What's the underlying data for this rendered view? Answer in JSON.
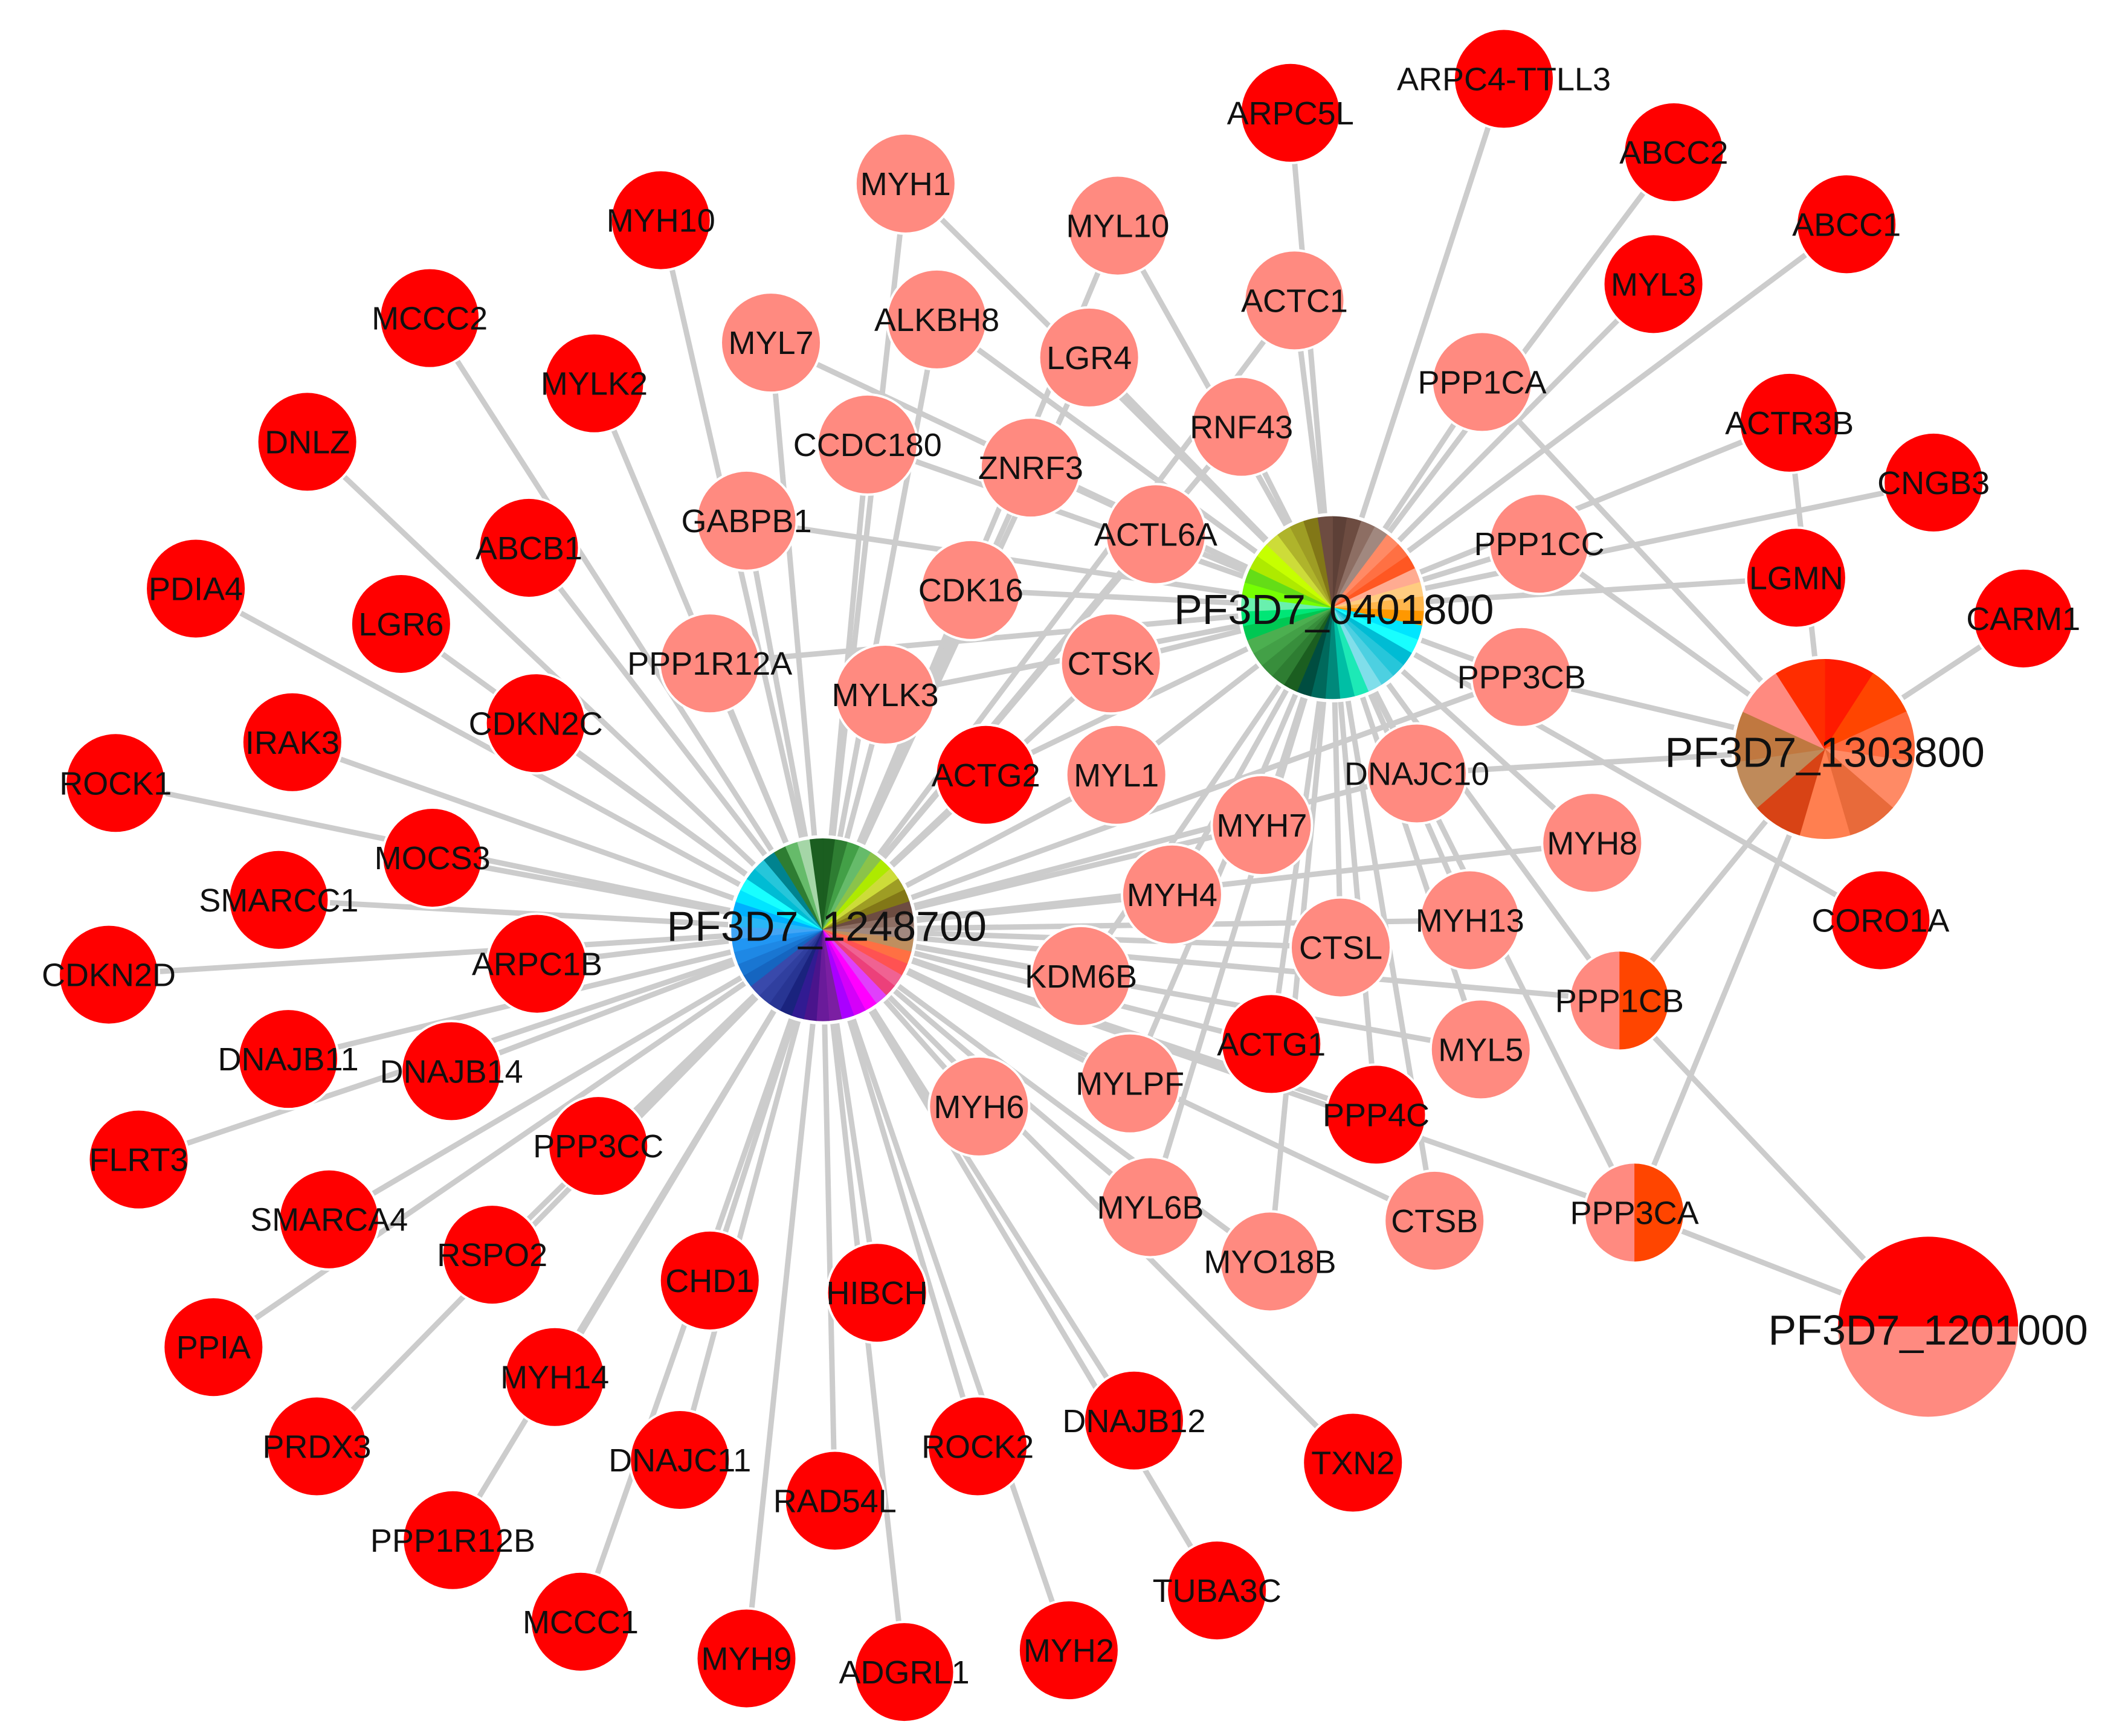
{
  "hubs": [
    {
      "id": "h1248700",
      "label": "PF3D7_1248700",
      "slices": [
        "#1b5e20",
        "#2e7d32",
        "#43a047",
        "#66bb6a",
        "#8bc34a",
        "#aeea00",
        "#cddc39",
        "#9e9d24",
        "#827717",
        "#6d4c41",
        "#8d6e63",
        "#a1887f",
        "#bf8f5f",
        "#ff7043",
        "#ff5252",
        "#f06292",
        "#ec407a",
        "#e040fb",
        "#ff00ff",
        "#d500f9",
        "#aa00ff",
        "#7b1fa2",
        "#6a1b9a",
        "#4a148c",
        "#311b92",
        "#1a237e",
        "#283593",
        "#303f9f",
        "#3949ab",
        "#1565c0",
        "#1976d2",
        "#1e88e5",
        "#2196f3",
        "#42a5f5",
        "#29b6f6",
        "#00b0ff",
        "#00e5ff",
        "#18ffff",
        "#00bcd4",
        "#26c6da",
        "#00838f",
        "#2e7d32",
        "#66bb6a",
        "#a5d6a7",
        "#1b5e20"
      ]
    },
    {
      "id": "h0401800",
      "label": "PF3D7_0401800",
      "slices": [
        "#5d4037",
        "#6d4c41",
        "#8d6e63",
        "#a1887f",
        "#ff8a65",
        "#ff7043",
        "#ff5722",
        "#ffab91",
        "#ffcc80",
        "#ffb74d",
        "#ff9800",
        "#00e5ff",
        "#18ffff",
        "#00bcd4",
        "#26c6da",
        "#4dd0e1",
        "#80deea",
        "#1de9b6",
        "#00bfa5",
        "#00897b",
        "#00695c",
        "#004d40",
        "#1b5e20",
        "#2e7d32",
        "#388e3c",
        "#43a047",
        "#4caf50",
        "#00c853",
        "#00e676",
        "#69f0ae",
        "#76ff03",
        "#64dd17",
        "#aeea00",
        "#c6ff00",
        "#cddc39",
        "#afb42b",
        "#9e9d24",
        "#827717",
        "#6d4c41"
      ]
    },
    {
      "id": "h1303800",
      "label": "PF3D7_1303800",
      "slices": [
        "#ff1a00",
        "#ff4500",
        "#ff6a3d",
        "#ff8a65",
        "#e86a3a",
        "#ff7f50",
        "#d84315",
        "#bf8a5a",
        "#c07840",
        "#ff8a80",
        "#ff2d00"
      ]
    },
    {
      "id": "h1201000",
      "label": "PF3D7_1201000",
      "slices": [
        "#ff0000",
        "#ff8a80"
      ]
    }
  ],
  "genes": [
    {
      "id": "ARPC5L",
      "label": "ARPC5L",
      "color": "#ff0000"
    },
    {
      "id": "ARPC4TTLL3",
      "label": "ARPC4-TTLL3",
      "color": "#ff0000"
    },
    {
      "id": "MYH1",
      "label": "MYH1",
      "color": "#ff8a80"
    },
    {
      "id": "MYL10",
      "label": "MYL10",
      "color": "#ff8a80"
    },
    {
      "id": "ABCC2",
      "label": "ABCC2",
      "color": "#ff0000"
    },
    {
      "id": "MYH10",
      "label": "MYH10",
      "color": "#ff0000"
    },
    {
      "id": "ABCC1",
      "label": "ABCC1",
      "color": "#ff0000"
    },
    {
      "id": "ACTC1",
      "label": "ACTC1",
      "color": "#ff8a80"
    },
    {
      "id": "MYL3",
      "label": "MYL3",
      "color": "#ff0000"
    },
    {
      "id": "MCCC2",
      "label": "MCCC2",
      "color": "#ff0000"
    },
    {
      "id": "ALKBH8",
      "label": "ALKBH8",
      "color": "#ff8a80"
    },
    {
      "id": "MYL7",
      "label": "MYL7",
      "color": "#ff8a80"
    },
    {
      "id": "LGR4",
      "label": "LGR4",
      "color": "#ff8a80"
    },
    {
      "id": "PPP1CA",
      "label": "PPP1CA",
      "color": "#ff8a80"
    },
    {
      "id": "MYLK2",
      "label": "MYLK2",
      "color": "#ff0000"
    },
    {
      "id": "DNLZ",
      "label": "DNLZ",
      "color": "#ff0000"
    },
    {
      "id": "CCDC180",
      "label": "CCDC180",
      "color": "#ff8a80"
    },
    {
      "id": "RNF43",
      "label": "RNF43",
      "color": "#ff8a80"
    },
    {
      "id": "ACTR3B",
      "label": "ACTR3B",
      "color": "#ff0000"
    },
    {
      "id": "ZNRF3",
      "label": "ZNRF3",
      "color": "#ff8a80"
    },
    {
      "id": "CNGB3",
      "label": "CNGB3",
      "color": "#ff0000"
    },
    {
      "id": "GABPB1",
      "label": "GABPB1",
      "color": "#ff8a80"
    },
    {
      "id": "ACTL6A",
      "label": "ACTL6A",
      "color": "#ff8a80"
    },
    {
      "id": "ABCB1",
      "label": "ABCB1",
      "color": "#ff0000"
    },
    {
      "id": "PPP1CC",
      "label": "PPP1CC",
      "color": "#ff8a80"
    },
    {
      "id": "PDIA4",
      "label": "PDIA4",
      "color": "#ff0000"
    },
    {
      "id": "LGMN",
      "label": "LGMN",
      "color": "#ff0000"
    },
    {
      "id": "CDK16",
      "label": "CDK16",
      "color": "#ff8a80"
    },
    {
      "id": "LGR6",
      "label": "LGR6",
      "color": "#ff0000"
    },
    {
      "id": "CARM1",
      "label": "CARM1",
      "color": "#ff0000"
    },
    {
      "id": "PPP1R12A",
      "label": "PPP1R12A",
      "color": "#ff8a80"
    },
    {
      "id": "CTSK",
      "label": "CTSK",
      "color": "#ff8a80"
    },
    {
      "id": "MYLK3",
      "label": "MYLK3",
      "color": "#ff8a80"
    },
    {
      "id": "PPP3CB",
      "label": "PPP3CB",
      "color": "#ff8a80"
    },
    {
      "id": "CDKN2C",
      "label": "CDKN2C",
      "color": "#ff0000"
    },
    {
      "id": "IRAK3",
      "label": "IRAK3",
      "color": "#ff0000"
    },
    {
      "id": "DNAJC10",
      "label": "DNAJC10",
      "color": "#ff8a80"
    },
    {
      "id": "ACTG2",
      "label": "ACTG2",
      "color": "#ff0000"
    },
    {
      "id": "MYL1",
      "label": "MYL1",
      "color": "#ff8a80"
    },
    {
      "id": "ROCK1",
      "label": "ROCK1",
      "color": "#ff0000"
    },
    {
      "id": "MYH7",
      "label": "MYH7",
      "color": "#ff8a80"
    },
    {
      "id": "MOCS3",
      "label": "MOCS3",
      "color": "#ff0000"
    },
    {
      "id": "MYH8",
      "label": "MYH8",
      "color": "#ff8a80"
    },
    {
      "id": "SMARCC1",
      "label": "SMARCC1",
      "color": "#ff0000"
    },
    {
      "id": "MYH4",
      "label": "MYH4",
      "color": "#ff8a80"
    },
    {
      "id": "MYH13",
      "label": "MYH13",
      "color": "#ff8a80"
    },
    {
      "id": "CORO1A",
      "label": "CORO1A",
      "color": "#ff0000"
    },
    {
      "id": "CDKN2D",
      "label": "CDKN2D",
      "color": "#ff0000"
    },
    {
      "id": "ARPC1B",
      "label": "ARPC1B",
      "color": "#ff0000"
    },
    {
      "id": "CTSL",
      "label": "CTSL",
      "color": "#ff8a80"
    },
    {
      "id": "KDM6B",
      "label": "KDM6B",
      "color": "#ff8a80"
    },
    {
      "id": "PPP1CB",
      "label": "PPP1CB",
      "color": "#ff8a80",
      "accent": "#ff4500"
    },
    {
      "id": "DNAJB11",
      "label": "DNAJB11",
      "color": "#ff0000"
    },
    {
      "id": "DNAJB14",
      "label": "DNAJB14",
      "color": "#ff0000"
    },
    {
      "id": "ACTG1",
      "label": "ACTG1",
      "color": "#ff0000"
    },
    {
      "id": "MYL5",
      "label": "MYL5",
      "color": "#ff8a80"
    },
    {
      "id": "MYLPF",
      "label": "MYLPF",
      "color": "#ff8a80"
    },
    {
      "id": "FLRT3",
      "label": "FLRT3",
      "color": "#ff0000"
    },
    {
      "id": "MYH6",
      "label": "MYH6",
      "color": "#ff8a80"
    },
    {
      "id": "PPP4C",
      "label": "PPP4C",
      "color": "#ff0000"
    },
    {
      "id": "PPP3CC",
      "label": "PPP3CC",
      "color": "#ff0000"
    },
    {
      "id": "PPP3CA",
      "label": "PPP3CA",
      "color": "#ff8a80",
      "accent": "#ff4500"
    },
    {
      "id": "SMARCA4",
      "label": "SMARCA4",
      "color": "#ff0000"
    },
    {
      "id": "MYL6B",
      "label": "MYL6B",
      "color": "#ff8a80"
    },
    {
      "id": "CTSB",
      "label": "CTSB",
      "color": "#ff8a80"
    },
    {
      "id": "RSPO2",
      "label": "RSPO2",
      "color": "#ff0000"
    },
    {
      "id": "MYO18B",
      "label": "MYO18B",
      "color": "#ff8a80"
    },
    {
      "id": "CHD1",
      "label": "CHD1",
      "color": "#ff0000"
    },
    {
      "id": "HIBCH",
      "label": "HIBCH",
      "color": "#ff0000"
    },
    {
      "id": "PPIA",
      "label": "PPIA",
      "color": "#ff0000"
    },
    {
      "id": "MYH14",
      "label": "MYH14",
      "color": "#ff0000"
    },
    {
      "id": "DNAJB12",
      "label": "DNAJB12",
      "color": "#ff0000"
    },
    {
      "id": "PRDX3",
      "label": "PRDX3",
      "color": "#ff0000"
    },
    {
      "id": "ROCK2",
      "label": "ROCK2",
      "color": "#ff0000"
    },
    {
      "id": "DNAJC11",
      "label": "DNAJC11",
      "color": "#ff0000"
    },
    {
      "id": "TXN2",
      "label": "TXN2",
      "color": "#ff0000"
    },
    {
      "id": "RAD54L",
      "label": "RAD54L",
      "color": "#ff0000"
    },
    {
      "id": "PPP1R12B",
      "label": "PPP1R12B",
      "color": "#ff0000"
    },
    {
      "id": "TUBA3C",
      "label": "TUBA3C",
      "color": "#ff0000"
    },
    {
      "id": "MCCC1",
      "label": "MCCC1",
      "color": "#ff0000"
    },
    {
      "id": "MYH9",
      "label": "MYH9",
      "color": "#ff0000"
    },
    {
      "id": "MYH2",
      "label": "MYH2",
      "color": "#ff0000"
    },
    {
      "id": "ADGRL1",
      "label": "ADGRL1",
      "color": "#ff0000"
    }
  ],
  "edges": [
    [
      "h1248700",
      "MYH10"
    ],
    [
      "h1248700",
      "MYH1"
    ],
    [
      "h1248700",
      "MCCC2"
    ],
    [
      "h1248700",
      "MYL7"
    ],
    [
      "h1248700",
      "ALKBH8"
    ],
    [
      "h1248700",
      "MYLK2"
    ],
    [
      "h1248700",
      "DNLZ"
    ],
    [
      "h1248700",
      "CCDC180"
    ],
    [
      "h1248700",
      "ZNRF3"
    ],
    [
      "h1248700",
      "GABPB1"
    ],
    [
      "h1248700",
      "ABCB1"
    ],
    [
      "h1248700",
      "PDIA4"
    ],
    [
      "h1248700",
      "LGR6"
    ],
    [
      "h1248700",
      "CDK16"
    ],
    [
      "h1248700",
      "PPP1R12A"
    ],
    [
      "h1248700",
      "CDKN2C"
    ],
    [
      "h1248700",
      "MYLK3"
    ],
    [
      "h1248700",
      "IRAK3"
    ],
    [
      "h1248700",
      "ACTG2"
    ],
    [
      "h1248700",
      "ROCK1"
    ],
    [
      "h1248700",
      "MOCS3"
    ],
    [
      "h1248700",
      "SMARCC1"
    ],
    [
      "h1248700",
      "CDKN2D"
    ],
    [
      "h1248700",
      "ARPC1B"
    ],
    [
      "h1248700",
      "DNAJB11"
    ],
    [
      "h1248700",
      "DNAJB14"
    ],
    [
      "h1248700",
      "FLRT3"
    ],
    [
      "h1248700",
      "PPP3CC"
    ],
    [
      "h1248700",
      "SMARCA4"
    ],
    [
      "h1248700",
      "RSPO2"
    ],
    [
      "h1248700",
      "PPIA"
    ],
    [
      "h1248700",
      "PRDX3"
    ],
    [
      "h1248700",
      "MYH14"
    ],
    [
      "h1248700",
      "PPP1R12B"
    ],
    [
      "h1248700",
      "CHD1"
    ],
    [
      "h1248700",
      "DNAJC11"
    ],
    [
      "h1248700",
      "MCCC1"
    ],
    [
      "h1248700",
      "HIBCH"
    ],
    [
      "h1248700",
      "RAD54L"
    ],
    [
      "h1248700",
      "MYH9"
    ],
    [
      "h1248700",
      "ADGRL1"
    ],
    [
      "h1248700",
      "ROCK2"
    ],
    [
      "h1248700",
      "MYH2"
    ],
    [
      "h1248700",
      "DNAJB12"
    ],
    [
      "h1248700",
      "TUBA3C"
    ],
    [
      "h1248700",
      "MYH6"
    ],
    [
      "h1248700",
      "MYL6B"
    ],
    [
      "h1248700",
      "TXN2"
    ],
    [
      "h1248700",
      "MYLPF"
    ],
    [
      "h1248700",
      "KDM6B"
    ],
    [
      "h1248700",
      "MYH4"
    ],
    [
      "h1248700",
      "MYH7"
    ],
    [
      "h1248700",
      "MYL1"
    ],
    [
      "h1248700",
      "CTSK"
    ],
    [
      "h1248700",
      "CTSL"
    ],
    [
      "h1248700",
      "ACTG1"
    ],
    [
      "h1248700",
      "PPP4C"
    ],
    [
      "h1248700",
      "MYL5"
    ],
    [
      "h1248700",
      "MYH13"
    ],
    [
      "h1248700",
      "PPP1CB"
    ],
    [
      "h1248700",
      "PPP3CB"
    ],
    [
      "h1248700",
      "DNAJC10"
    ],
    [
      "h1248700",
      "MYH8"
    ],
    [
      "h1248700",
      "ACTL6A"
    ],
    [
      "h1248700",
      "RNF43"
    ],
    [
      "h1248700",
      "LGR4"
    ],
    [
      "h1248700",
      "ACTC1"
    ],
    [
      "h1248700",
      "MYL10"
    ],
    [
      "h1248700",
      "PPP3CA"
    ],
    [
      "h1248700",
      "CTSB"
    ],
    [
      "h1248700",
      "MYO18B"
    ],
    [
      "h0401800",
      "ARPC5L"
    ],
    [
      "h0401800",
      "ARPC4TTLL3"
    ],
    [
      "h0401800",
      "ABCC2"
    ],
    [
      "h0401800",
      "ABCC1"
    ],
    [
      "h0401800",
      "MYL3"
    ],
    [
      "h0401800",
      "ACTR3B"
    ],
    [
      "h0401800",
      "CNGB3"
    ],
    [
      "h0401800",
      "LGMN"
    ],
    [
      "h0401800",
      "PPP1CA"
    ],
    [
      "h0401800",
      "PPP1CC"
    ],
    [
      "h0401800",
      "ACTC1"
    ],
    [
      "h0401800",
      "MYL10"
    ],
    [
      "h0401800",
      "MYH1"
    ],
    [
      "h0401800",
      "ALKBH8"
    ],
    [
      "h0401800",
      "MYL7"
    ],
    [
      "h0401800",
      "LGR4"
    ],
    [
      "h0401800",
      "RNF43"
    ],
    [
      "h0401800",
      "ZNRF3"
    ],
    [
      "h0401800",
      "CCDC180"
    ],
    [
      "h0401800",
      "GABPB1"
    ],
    [
      "h0401800",
      "ACTL6A"
    ],
    [
      "h0401800",
      "CDK16"
    ],
    [
      "h0401800",
      "PPP1R12A"
    ],
    [
      "h0401800",
      "CTSK"
    ],
    [
      "h0401800",
      "MYLK3"
    ],
    [
      "h0401800",
      "ACTG2"
    ],
    [
      "h0401800",
      "MYL1"
    ],
    [
      "h0401800",
      "MYH7"
    ],
    [
      "h0401800",
      "MYH4"
    ],
    [
      "h0401800",
      "KDM6B"
    ],
    [
      "h0401800",
      "CTSL"
    ],
    [
      "h0401800",
      "MYH13"
    ],
    [
      "h0401800",
      "DNAJC10"
    ],
    [
      "h0401800",
      "MYH8"
    ],
    [
      "h0401800",
      "PPP3CB"
    ],
    [
      "h0401800",
      "MYL5"
    ],
    [
      "h0401800",
      "ACTG1"
    ],
    [
      "h0401800",
      "MYLPF"
    ],
    [
      "h0401800",
      "MYL6B"
    ],
    [
      "h0401800",
      "PPP4C"
    ],
    [
      "h0401800",
      "MYO18B"
    ],
    [
      "h0401800",
      "CTSB"
    ],
    [
      "h0401800",
      "PPP1CB"
    ],
    [
      "h0401800",
      "PPP3CA"
    ],
    [
      "h0401800",
      "CORO1A"
    ],
    [
      "h1303800",
      "CARM1"
    ],
    [
      "h1303800",
      "PPP1CA"
    ],
    [
      "h1303800",
      "PPP1CB"
    ],
    [
      "h1303800",
      "PPP3CA"
    ],
    [
      "h1303800",
      "PPP1CC"
    ],
    [
      "h1303800",
      "ACTR3B"
    ],
    [
      "h1303800",
      "PPP3CB"
    ],
    [
      "h1303800",
      "DNAJC10"
    ],
    [
      "h1201000",
      "PPP1CB"
    ],
    [
      "h1201000",
      "PPP3CA"
    ]
  ]
}
